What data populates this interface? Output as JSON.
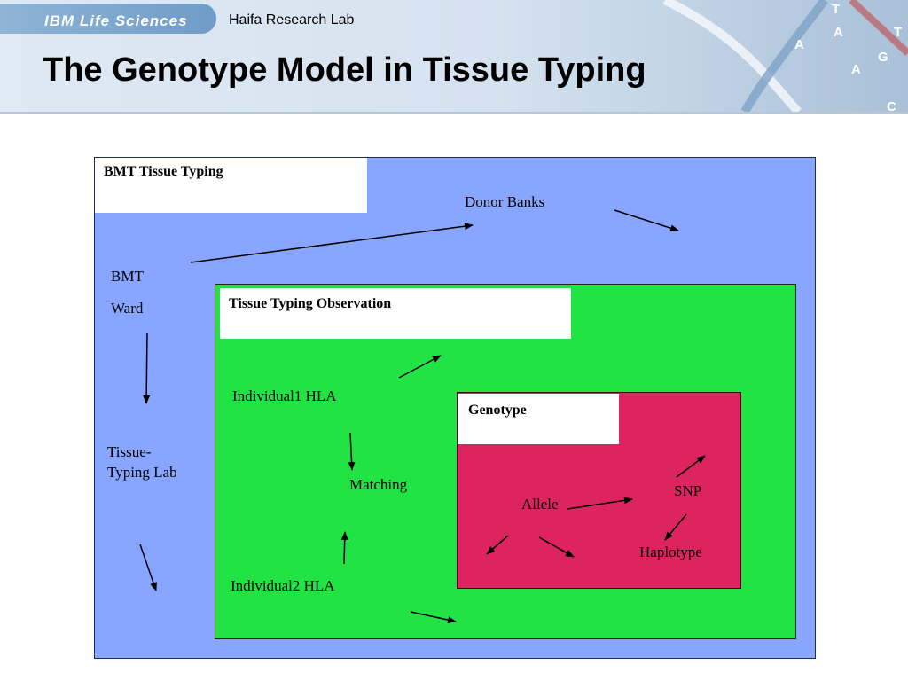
{
  "header": {
    "brand": "IBM Life Sciences",
    "lab": "Haifa Research Lab",
    "title": "The Genotype Model in Tissue Typing",
    "dna_letters": [
      "T",
      "A",
      "G",
      "A",
      "C",
      "T",
      "A"
    ]
  },
  "diagram": {
    "outer": {
      "label": "BMT Tissue Typing",
      "color": "#88a6ff"
    },
    "middle": {
      "label": "Tissue Typing Observation",
      "color": "#22e344"
    },
    "inner": {
      "label": "Genotype",
      "color": "#dd2460"
    },
    "nodes": {
      "donor_banks": "Donor Banks",
      "bmt": "BMT",
      "ward": "Ward",
      "lab_line1": "Tissue-",
      "lab_line2": "Typing Lab",
      "individual1": "Individual1 HLA",
      "matching": "Matching",
      "individual2": "Individual2 HLA",
      "allele": "Allele",
      "snp": "SNP",
      "haplotype": "Haplotype"
    }
  }
}
